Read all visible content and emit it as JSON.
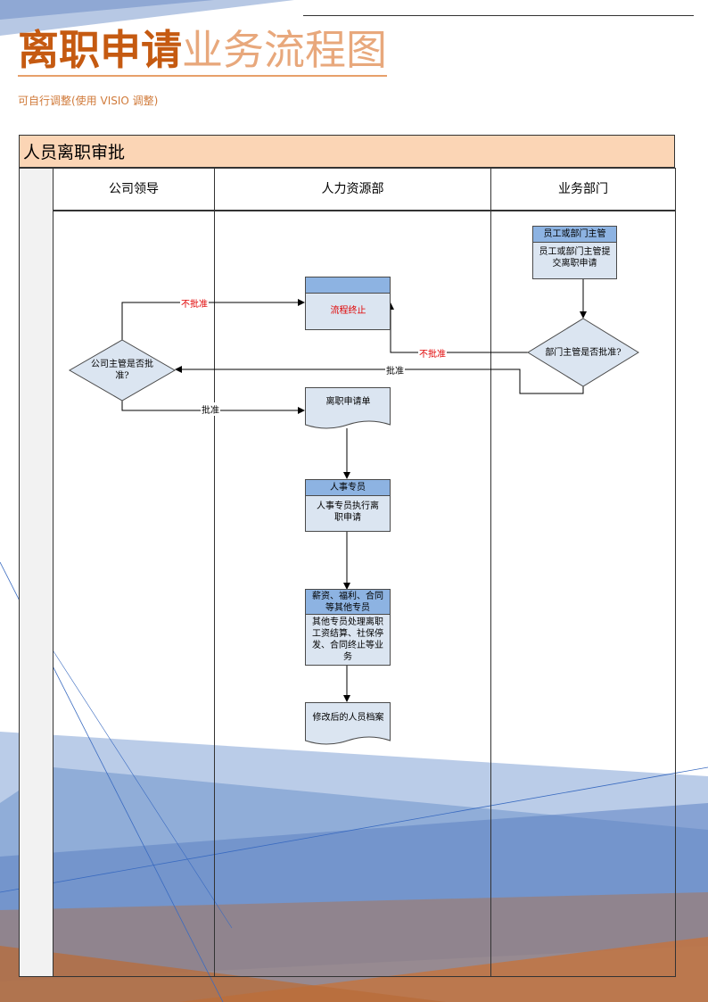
{
  "title": {
    "bold": "离职申请",
    "light": "业务流程图"
  },
  "subtitle": "可自行调整(使用 VISIO 调整)",
  "diagram": {
    "band_title": "人员离职审批",
    "columns": [
      "公司领导",
      "人力资源部",
      "业务部门"
    ],
    "nodes": {
      "employee_head": "员工或部门主管",
      "employee_body": "员工或部门主管提交离职申请",
      "terminate": "流程终止",
      "dept_decision": "部门主管是否批准?",
      "company_decision": "公司主管是否批准?",
      "resign_form": "离职申请单",
      "hr_head": "人事专员",
      "hr_body": "人事专员执行离职申请",
      "other_head": "薪资、福利、合同等其他专员",
      "other_body": "其他专员处理离职工资结算、社保停发、合同终止等业务",
      "archive": "修改后的人员档案"
    },
    "edges": {
      "not_approved_1": "不批准",
      "not_approved_2": "不批准",
      "approved_1": "批准",
      "approved_2": "批准"
    }
  },
  "colors": {
    "title_bold": "#c55a11",
    "title_light": "#e8a87c",
    "band_fill": "#fbd5b5",
    "box_head": "#8db3e2",
    "box_body": "#dbe5f1",
    "reject_text": "#e00000"
  }
}
